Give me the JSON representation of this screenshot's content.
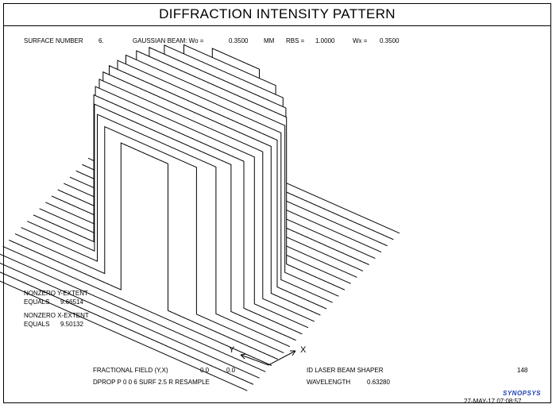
{
  "title": "DIFFRACTION INTENSITY PATTERN",
  "header": {
    "surface_label": "SURFACE NUMBER",
    "surface_value": "6.",
    "beam_label": "GAUSSIAN BEAM: Wo =",
    "wo_value": "0.3500",
    "wo_unit": "MM",
    "rbs_label": "RBS =",
    "rbs_value": "1.0000",
    "wx_label": "Wx =",
    "wx_value": "0.3500"
  },
  "extents": {
    "y_label": "NONZERO Y-EXTENT",
    "y_equals": "EQUALS",
    "y_value": "9.66514",
    "x_label": "NONZERO X-EXTENT",
    "x_equals": "EQUALS",
    "x_value": "9.50132"
  },
  "footer": {
    "field_label": "FRACTIONAL FIELD (Y,X)",
    "field_y": "0.0",
    "field_x": "0.0",
    "dprop": "DPROP P 0 0 6 SURF 2.5 R RESAMPLE",
    "id_label": "ID LASER BEAM SHAPER",
    "id_value": "148",
    "wavelength_label": "WAVELENGTH",
    "wavelength_value": "0.63280",
    "timestamp": "27-MAY-17  07:08:57",
    "brand": "SYNOPSYS"
  },
  "chart_data": {
    "type": "surface",
    "description_of_shape": "flat-top circular intensity profile, 3D wireframe slices",
    "axes": {
      "x_name": "X",
      "y_name": "Y"
    },
    "colors": {
      "line": "#000000",
      "brand": "#1a3fb5"
    }
  }
}
